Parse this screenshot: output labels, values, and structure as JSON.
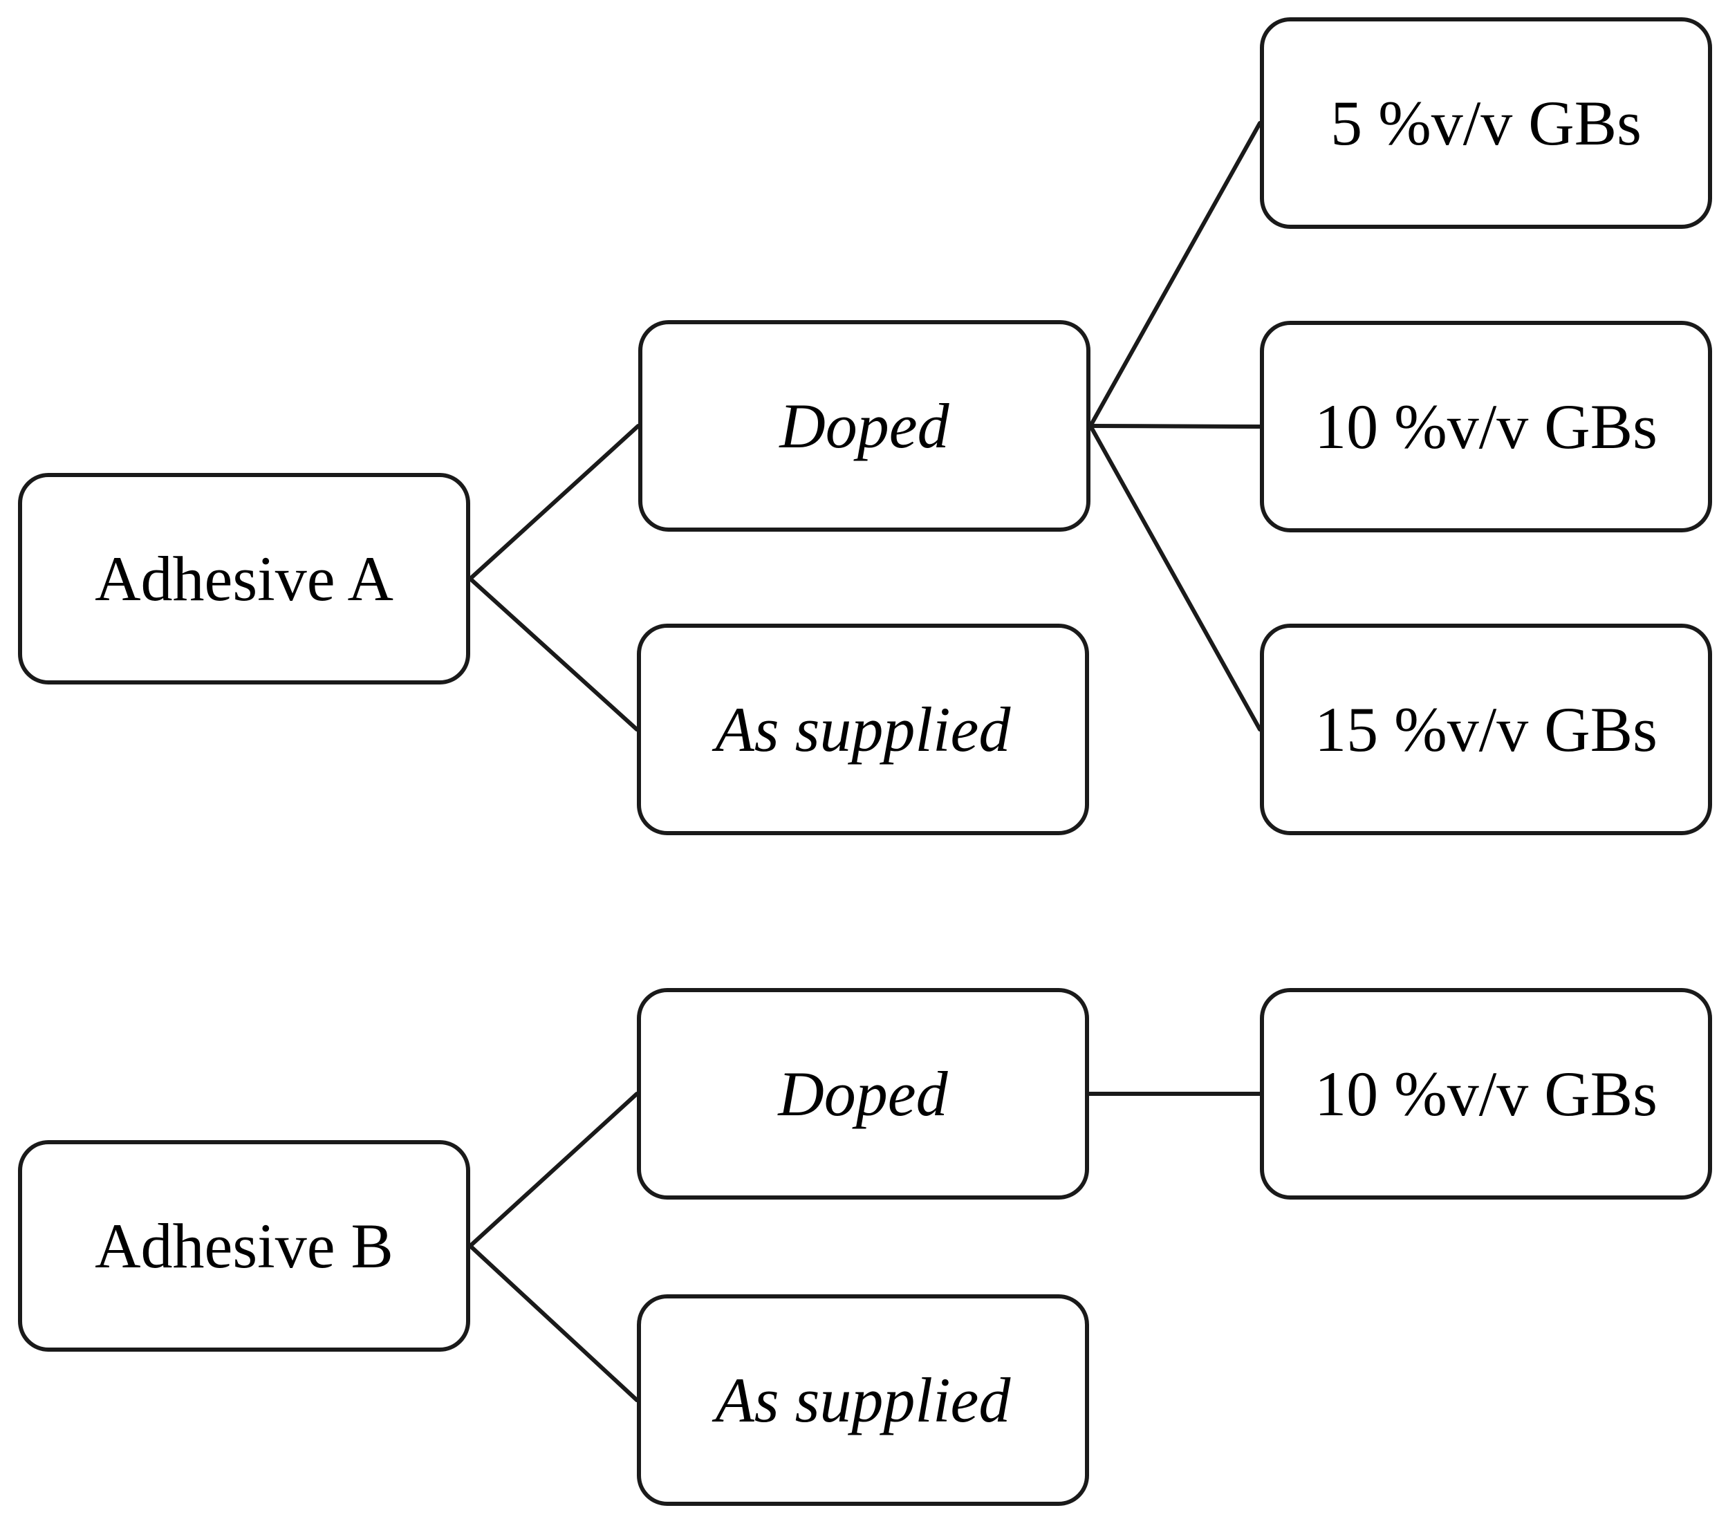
{
  "tree_a": {
    "root": "Adhesive A",
    "doped": "Doped",
    "as_supplied": "As supplied",
    "doping_levels": [
      "5 %v/v GBs",
      "10 %v/v GBs",
      "15 %v/v GBs"
    ]
  },
  "tree_b": {
    "root": "Adhesive B",
    "doped": "Doped",
    "as_supplied": "As supplied",
    "doping_levels": [
      "10 %v/v GBs"
    ]
  },
  "colors": {
    "stroke": "#1a1a1a",
    "background": "#ffffff",
    "text": "#000000"
  }
}
